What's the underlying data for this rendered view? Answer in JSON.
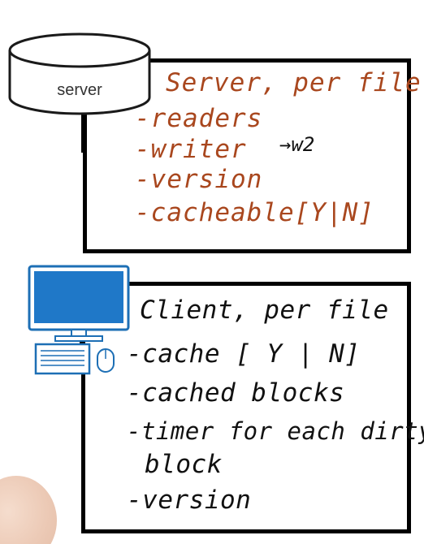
{
  "server": {
    "icon": "server-database-icon",
    "label": "server",
    "box_title": "Server, per file",
    "items": [
      "-readers",
      "-writer",
      "-version",
      "-cacheable[Y|N]"
    ],
    "writer_note": "→w2",
    "text_color": "#a9471e"
  },
  "client": {
    "icon": "computer-icon",
    "box_title": "Client, per file",
    "items": [
      "-cache [ Y | N]",
      "-cached blocks",
      "-timer for each dirty",
      "block",
      "-version"
    ],
    "text_color": "#111111"
  }
}
